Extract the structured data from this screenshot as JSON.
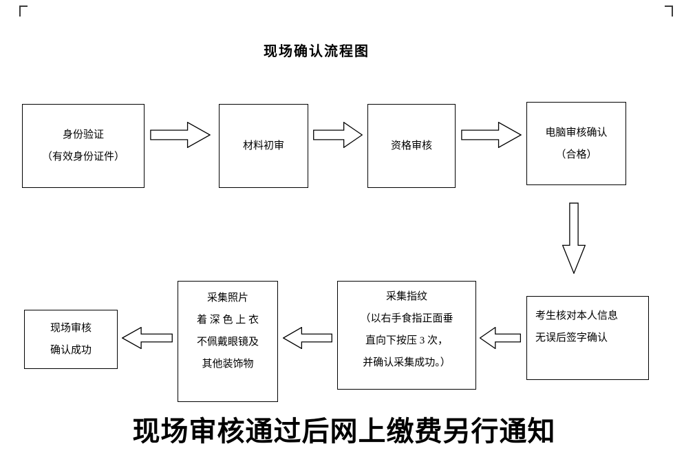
{
  "title": "现场确认流程图",
  "footer": "现场审核通过后网上缴费另行通知",
  "boxes": {
    "identity": {
      "lines": [
        "身份验证",
        "（有效身份证件）"
      ]
    },
    "material": {
      "lines": [
        "材料初审"
      ]
    },
    "qualification": {
      "lines": [
        "资格审核"
      ]
    },
    "computer": {
      "lines": [
        "电脑审核确认",
        "（合格）"
      ]
    },
    "signature": {
      "lines": [
        "考生核对本人信息",
        "无误后签字确认"
      ]
    },
    "fingerprint": {
      "lines": [
        "采集指纹",
        "（以右手食指正面垂",
        "直向下按压 3 次，",
        "并确认采集成功。）"
      ]
    },
    "photo": {
      "lines": [
        "采集照片",
        "着 深 色 上 衣",
        "不佩戴眼镜及",
        "其他装饰物"
      ]
    },
    "success": {
      "lines": [
        "现场审核",
        "确认成功"
      ]
    }
  }
}
